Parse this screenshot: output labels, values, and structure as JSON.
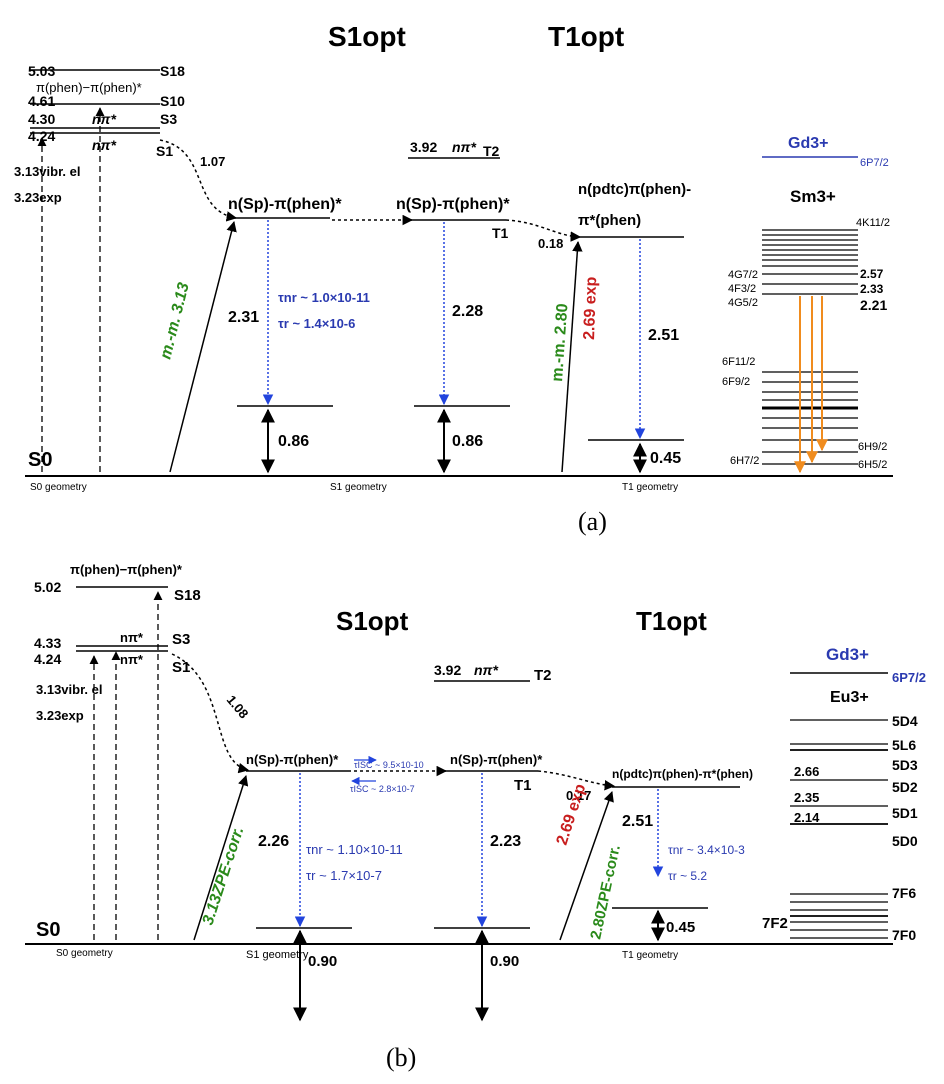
{
  "figure_labels": {
    "a": "(a)",
    "b": "(b)"
  },
  "panel_a": {
    "header_s1opt": "S1opt",
    "header_t1opt": "T1opt",
    "s0": "S0",
    "energies": {
      "s18": "5.03",
      "s10": "4.61",
      "s3": "4.30",
      "s1": "4.24",
      "vibr": "3.13vibr. el",
      "exp": "3.23exp",
      "t2": "3.92",
      "gap_s1": "1.07",
      "gap_t1": "0.18",
      "mm_s1": "m.-m. 3.13",
      "mm_t1": "m.-m. 2.80",
      "exp_t1": "2.69 exp",
      "em_s1": "2.31",
      "em_t1s": "2.28",
      "em_t1": "2.51",
      "low_s1": "0.86",
      "low_t1s": "0.86",
      "low_t1": "0.45",
      "tau_nr": "τnr ~ 1.0×10-11",
      "tau_r": "τr ~ 1.4×10-6"
    },
    "labels": {
      "pp_phen": "π(phen)−π(phen)*",
      "npi": "nπ*",
      "s18": "S18",
      "s10": "S10",
      "s3": "S3",
      "s1": "S1",
      "t2": "T2",
      "t1": "T1",
      "state_s1": "n(Sp)-π(phen)*",
      "state_t1s": "n(Sp)-π(phen)*",
      "state_t1_l1": "n(pdtc)π(phen)-",
      "state_t1_l2": "π*(phen)",
      "geom_s0": "S0 geometry",
      "geom_s1": "S1 geometry",
      "geom_t1": "T1 geometry"
    },
    "ion": {
      "gd": "Gd3+",
      "gd_level": "6P7/2",
      "sm": "Sm3+",
      "k112": "4K11/2",
      "g72": "4G7/2",
      "f32": "4F3/2",
      "g52": "4G5/2",
      "e257": "2.57",
      "e233": "2.33",
      "e221": "2.21",
      "f112": "6F11/2",
      "f92": "6F9/2",
      "h92": "6H9/2",
      "h72": "6H7/2",
      "h52": "6H5/2"
    }
  },
  "panel_b": {
    "header_s1opt": "S1opt",
    "header_t1opt": "T1opt",
    "s0": "S0",
    "energies": {
      "s18": "5.02",
      "s3": "4.33",
      "s1": "4.24",
      "vibr": "3.13vibr. el",
      "exp": "3.23exp",
      "t2": "3.92",
      "gap_s1": "1.08",
      "gap_t1": "0.17",
      "zpe_s1": "3.13ZPE-corr.",
      "zpe_t1": "2.80ZPE-corr.",
      "exp_t1": "2.69 exp",
      "em_s1": "2.26",
      "em_t1s": "2.23",
      "em_t1": "2.51",
      "low_s1": "0.90",
      "low_t1s": "0.90",
      "low_t1": "0.45",
      "tau_isc_f": "τISC ~ 9.5×10-10",
      "tau_isc_b": "τISC ~ 2.8×10-7",
      "tau_nr": "τnr ~ 1.10×10-11",
      "tau_r": "τr ~ 1.7×10-7",
      "tau_nr_t": "τnr ~ 3.4×10-3",
      "tau_r_t": "τr ~ 5.2"
    },
    "labels": {
      "pp_phen": "π(phen)−π(phen)*",
      "npi": "nπ*",
      "s18": "S18",
      "s3": "S3",
      "s1": "S1",
      "t2": "T2",
      "t1": "T1",
      "state_s1": "n(Sp)-π(phen)*",
      "state_t1s": "n(Sp)-π(phen)*",
      "state_t1": "n(pdtc)π(phen)-π*(phen)",
      "geom_s0": "S0 geometry",
      "geom_s1": "S1 geometry",
      "geom_t1": "T1 geometry"
    },
    "ion": {
      "gd": "Gd3+",
      "gd_level": "6P7/2",
      "eu": "Eu3+",
      "d4": "5D4",
      "l6": "5L6",
      "d3": "5D3",
      "d2": "5D2",
      "d1": "5D1",
      "d0": "5D0",
      "e266": "2.66",
      "e235": "2.35",
      "e214": "2.14",
      "f6": "7F6",
      "f2": "7F2",
      "f0": "7F0"
    }
  }
}
